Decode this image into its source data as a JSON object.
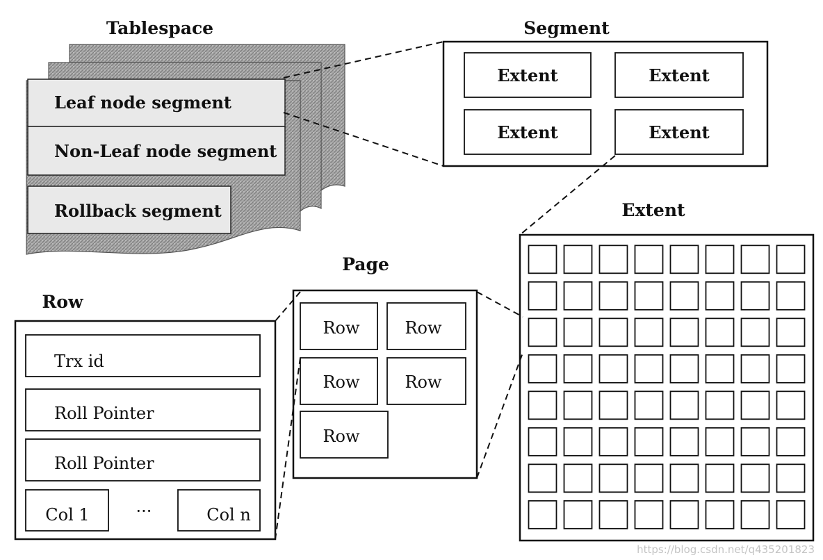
{
  "tablespace": {
    "title": "Tablespace",
    "segments": [
      "Leaf node segment",
      "Non-Leaf node segment",
      "Rollback segment"
    ]
  },
  "segment": {
    "title": "Segment",
    "extents": [
      "Extent",
      "Extent",
      "Extent",
      "Extent"
    ]
  },
  "extent": {
    "title": "Extent",
    "grid_rows": 8,
    "grid_cols": 8
  },
  "page": {
    "title": "Page",
    "rows": [
      "Row",
      "Row",
      "Row",
      "Row",
      "Row"
    ]
  },
  "row": {
    "title": "Row",
    "fields": [
      "Trx id",
      "Roll Pointer",
      "Roll Pointer"
    ],
    "col_first": "Col 1",
    "ellipsis": "···",
    "col_last": "Col n"
  },
  "watermark": "https://blog.csdn.net/q435201823"
}
